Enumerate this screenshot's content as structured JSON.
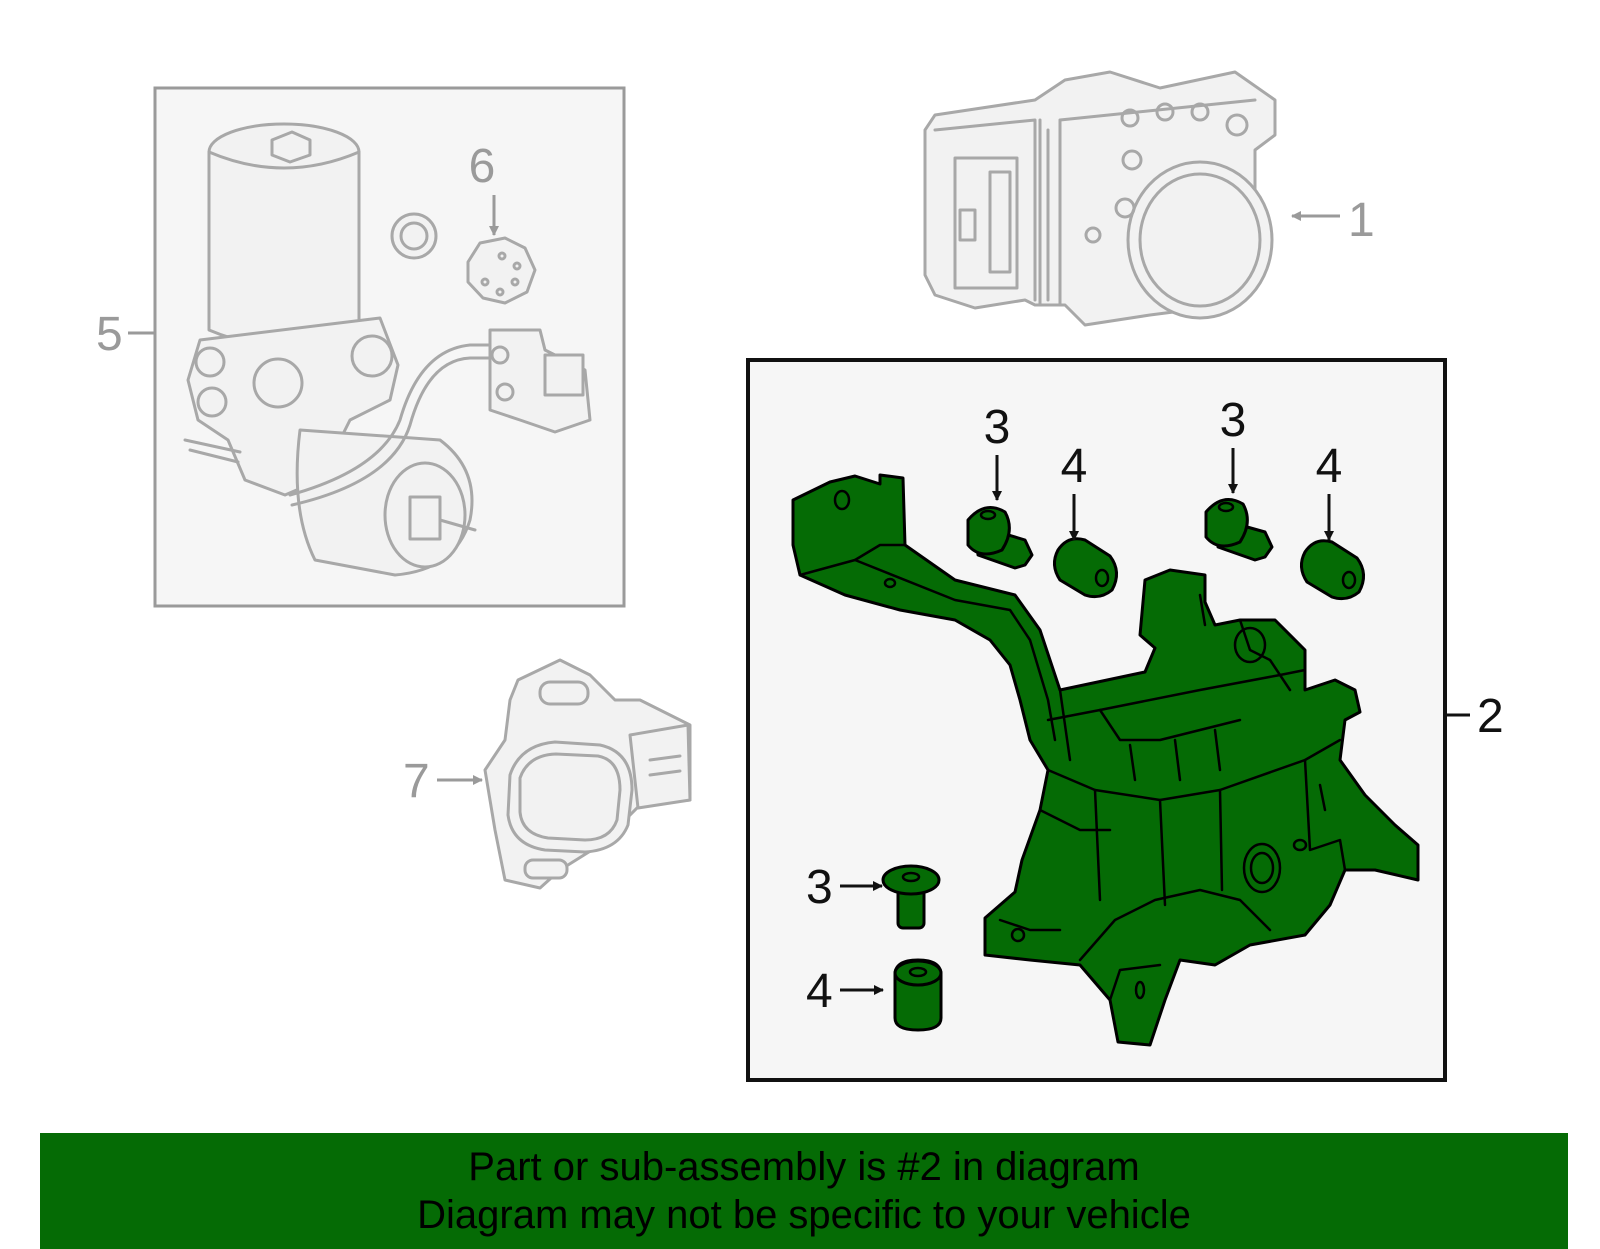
{
  "colors": {
    "accent_green": "#056b05",
    "banner_green": "#056b05",
    "inactive_grey": "#a8a8a8",
    "panel_fill": "#f6f6f6"
  },
  "callouts": {
    "c1": "1",
    "c2": "2",
    "c3a": "3",
    "c3b": "3",
    "c3c": "3",
    "c4a": "4",
    "c4b": "4",
    "c4c": "4",
    "c5": "5",
    "c6": "6",
    "c7": "7"
  },
  "banner": {
    "line1": "Part or sub-assembly is #2 in diagram",
    "line2": "Diagram may not be specific to your vehicle"
  }
}
